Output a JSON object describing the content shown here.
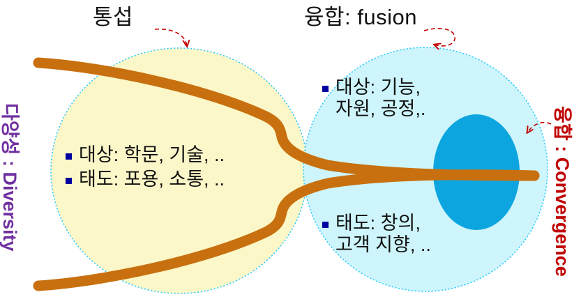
{
  "diagram": {
    "title_left": "통섭",
    "title_right": "융합: fusion",
    "side_label_left": "다양성 : Diversity",
    "side_label_right": "융합 : Convergence",
    "left_circle": {
      "name": "tongseop-circle",
      "fill": "#FCF7C8",
      "border": "#33CCFF",
      "bullets": [
        "대상: 학문, 기술, ..",
        "태도: 포용, 소통, .."
      ]
    },
    "right_circle": {
      "name": "fusion-circle",
      "fill": "#CDF5FB",
      "border": "#33CCFF",
      "bullets_top": [
        "대상: 기능,\n자원, 공정,."
      ],
      "bullets_bottom": [
        "태도: 창의,\n고객 지향, .."
      ]
    },
    "inner_ellipse": {
      "name": "convergence-core",
      "fill": "#0DA5E0"
    },
    "flow_curves": {
      "name": "converging-streams",
      "color": "#C8700F",
      "count": 2
    },
    "annotations": [
      {
        "name": "arrow-to-tongseop",
        "color": "#C00000"
      },
      {
        "name": "arrow-to-fusion",
        "color": "#C00000"
      },
      {
        "name": "arrow-to-convergence-core",
        "color": "#C00000"
      }
    ],
    "colors": {
      "purple": "#7030A0",
      "red": "#C00000",
      "orange": "#C8700F",
      "blue_core": "#0DA5E0",
      "bullet": "#0000A0",
      "cyan_border": "#33CCFF",
      "pale_yellow": "#FCF7C8",
      "pale_cyan": "#CDF5FB"
    }
  }
}
